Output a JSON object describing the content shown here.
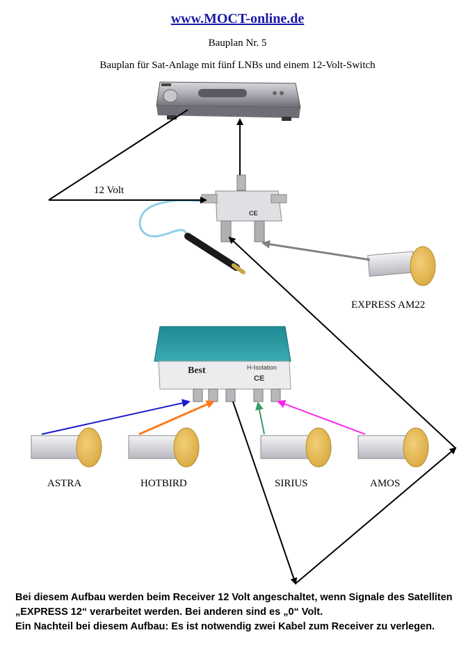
{
  "header": {
    "site": "www.MOCT-online.de",
    "plan": "Bauplan Nr. 5",
    "subtitle": "Bauplan für Sat-Anlage mit fünf LNBs und einem 12-Volt-Switch"
  },
  "labels": {
    "volt": "12 Volt",
    "express": "EXPRESS AM22",
    "astra": "ASTRA",
    "hotbird": "HOTBIRD",
    "sirius": "SIRIUS",
    "amos": "AMOS"
  },
  "switch_brand": "Best",
  "switch_model": "H-Isolation",
  "ce_mark": "CE",
  "cable_colors": {
    "astra": "#1a1acc",
    "hotbird": "#ff7a1a",
    "sirius": "#3a9a6a",
    "amos": "#ff22ee",
    "express": "#808080",
    "black": "#000000"
  },
  "footer": {
    "para1": "Bei diesem Aufbau werden beim Receiver 12 Volt angeschaltet, wenn Signale des Satelliten „EXPRESS 12“ verarbeitet werden. Bei anderen sind es „0“ Volt.",
    "para2": "Ein Nachteil bei diesem Aufbau: Es ist notwendig zwei Kabel zum Receiver zu verlegen."
  }
}
